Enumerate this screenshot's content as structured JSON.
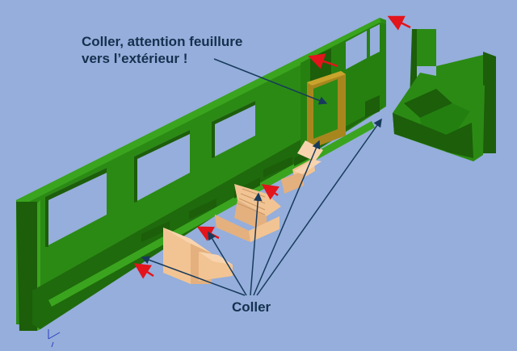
{
  "annotations": {
    "top_line1": "Coller, attention feuillure",
    "top_line2": "vers l’extérieur !",
    "bottom": "Coller"
  },
  "colors": {
    "background": "#95aedb",
    "body_green": "#2b8a14",
    "body_green_dark": "#1c5e0a",
    "body_green_light": "#3aa41e",
    "seat": "#f2c493",
    "seat_dark": "#c99766",
    "frame_gold": "#a8861e",
    "arrow_red": "#e3141b",
    "leader": "#173a5c"
  }
}
